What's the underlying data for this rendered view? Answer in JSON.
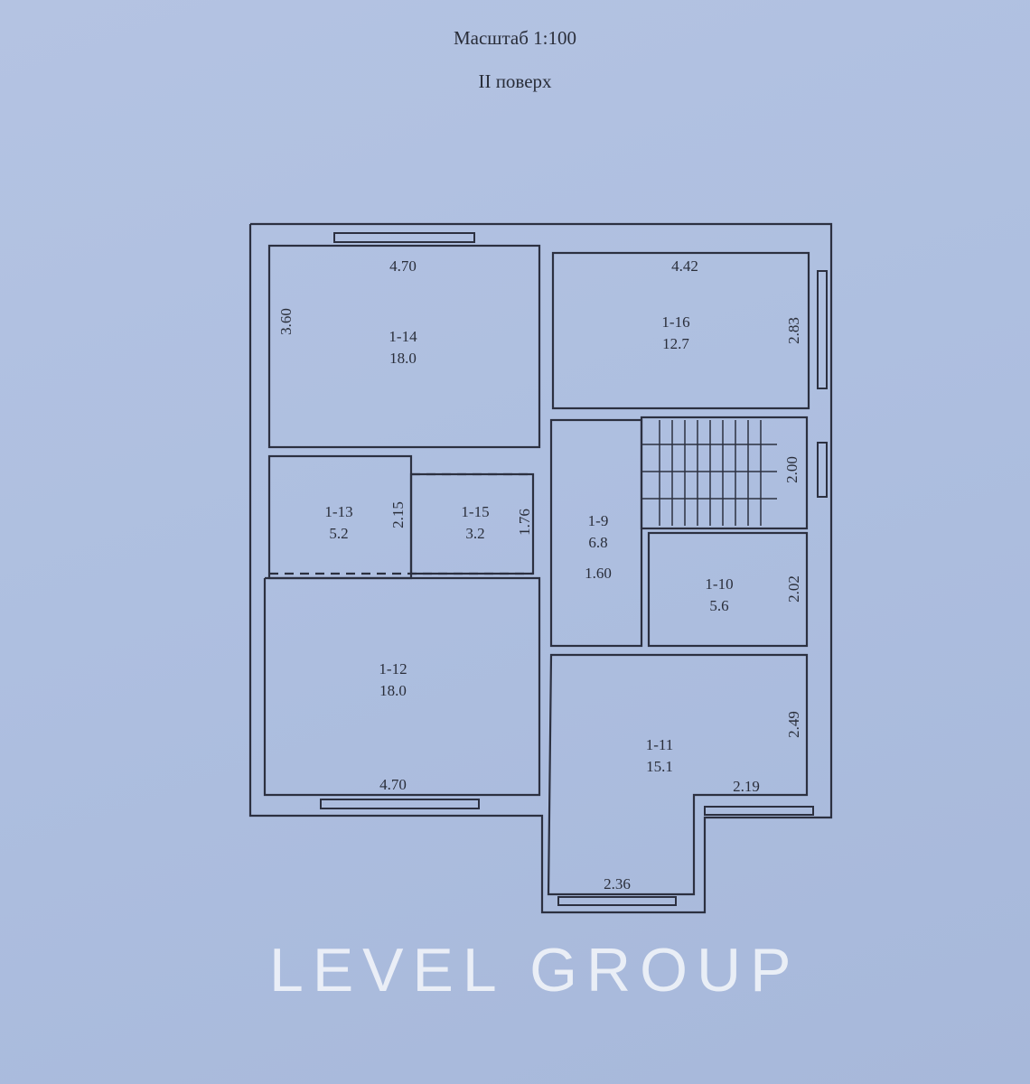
{
  "header": {
    "scale": "Масштаб 1:100",
    "floor": "II поверх"
  },
  "rooms": [
    {
      "id": "1-14",
      "area": "18.0"
    },
    {
      "id": "1-16",
      "area": "12.7"
    },
    {
      "id": "1-13",
      "area": "5.2"
    },
    {
      "id": "1-15",
      "area": "3.2"
    },
    {
      "id": "1-9",
      "area": "6.8"
    },
    {
      "id": "1-10",
      "area": "5.6"
    },
    {
      "id": "1-12",
      "area": "18.0"
    },
    {
      "id": "1-11",
      "area": "15.1"
    }
  ],
  "dimensions": {
    "d_470_top": "4.70",
    "d_360": "3.60",
    "d_442": "4.42",
    "d_283": "2.83",
    "d_215": "2.15",
    "d_176": "1.76",
    "d_160": "1.60",
    "d_200": "2.00",
    "d_202": "2.02",
    "d_470_bottom": "4.70",
    "d_249": "2.49",
    "d_219": "2.19",
    "d_236": "2.36"
  },
  "watermark": "LEVEL GROUP"
}
